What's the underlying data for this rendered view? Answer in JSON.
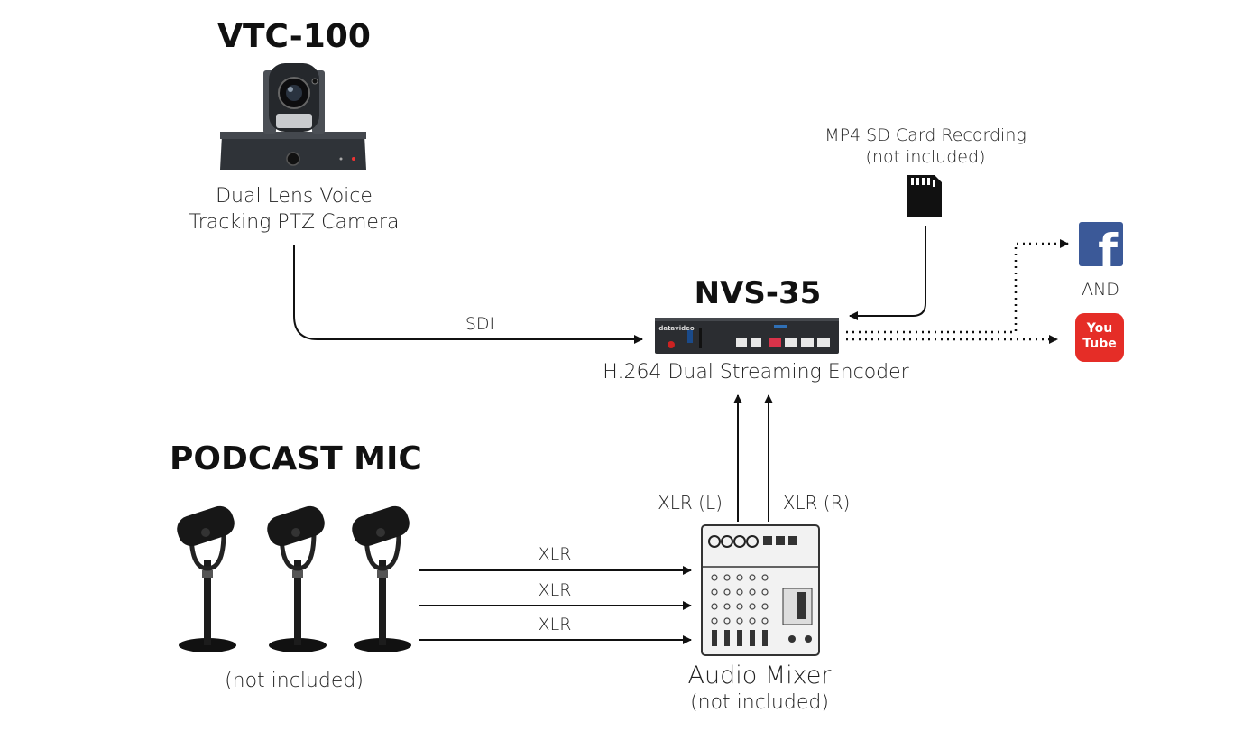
{
  "camera": {
    "model": "VTC-100",
    "description_line1": "Dual Lens Voice",
    "description_line2": "Tracking PTZ Camera"
  },
  "encoder": {
    "model": "NVS-35",
    "description": "H.264 Dual Streaming Encoder",
    "brand": "datavideo"
  },
  "sd_card": {
    "line1": "MP4 SD Card Recording",
    "line2": "(not included)"
  },
  "platforms": {
    "facebook_glyph": "f",
    "connector": "AND",
    "youtube_you": "You",
    "youtube_tube": "Tube",
    "facebook_color": "#3b5998",
    "youtube_color": "#e52d27"
  },
  "mics": {
    "title": "PODCAST MIC",
    "note": "(not included)"
  },
  "mixer": {
    "title": "Audio Mixer",
    "note": "(not included)"
  },
  "connections": {
    "sdi": "SDI",
    "xlr_left": "XLR (L)",
    "xlr_right": "XLR (R)",
    "xlr_mic1": "XLR",
    "xlr_mic2": "XLR",
    "xlr_mic3": "XLR"
  }
}
